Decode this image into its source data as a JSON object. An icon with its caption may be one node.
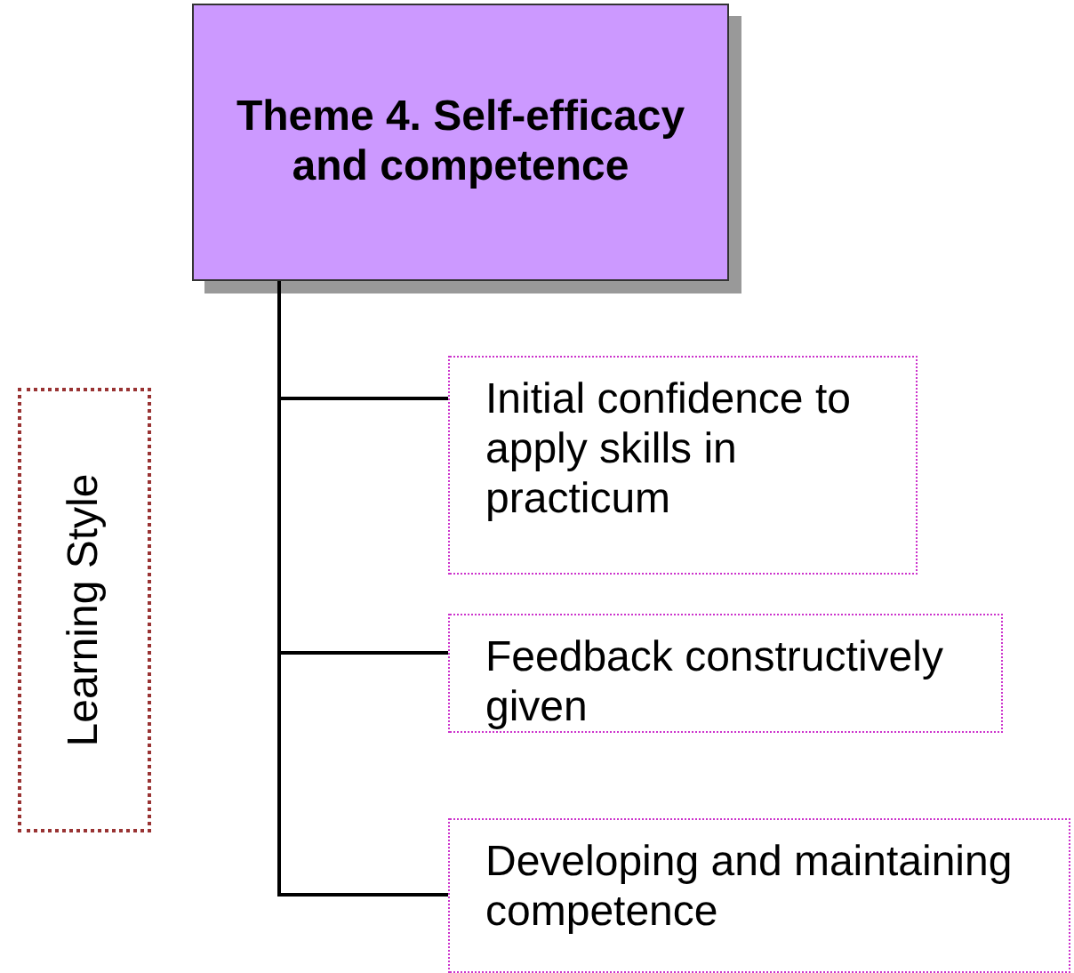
{
  "diagram": {
    "nodes": [
      {
        "text": [
          "Theme 4. Self-efficacy and competence"
        ]
      },
      {
        "text": [
          "Initial confidence to apply skills in practicum"
        ]
      },
      {
        "text": [
          "Feedback constructively given"
        ]
      },
      {
        "text": [
          "Developing and maintaining competence"
        ]
      },
      {
        "text": [
          "Learning Style"
        ]
      }
    ],
    "edges": [
      {
        "from": 0,
        "to": 1,
        "arrow": "none"
      },
      {
        "from": 0,
        "to": 2,
        "arrow": "none"
      },
      {
        "from": 0,
        "to": 3,
        "arrow": "none"
      }
    ]
  }
}
